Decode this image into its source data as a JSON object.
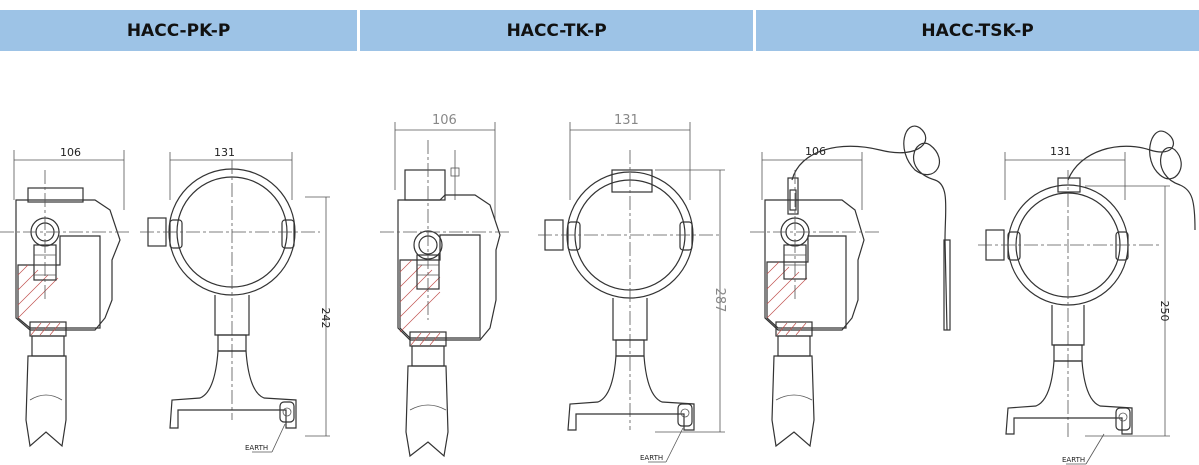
{
  "headers": [
    "HACC-PK-P",
    "HACC-TK-P",
    "HACC-TSK-P"
  ],
  "dims": {
    "pk_side": "106",
    "pk_front": "131",
    "pk_height": "242",
    "tk_side": "106",
    "tk_front": "131",
    "tk_height": "287",
    "tsk_side": "106",
    "tsk_front": "131",
    "tsk_height": "250"
  },
  "earth_label": "EARTH"
}
